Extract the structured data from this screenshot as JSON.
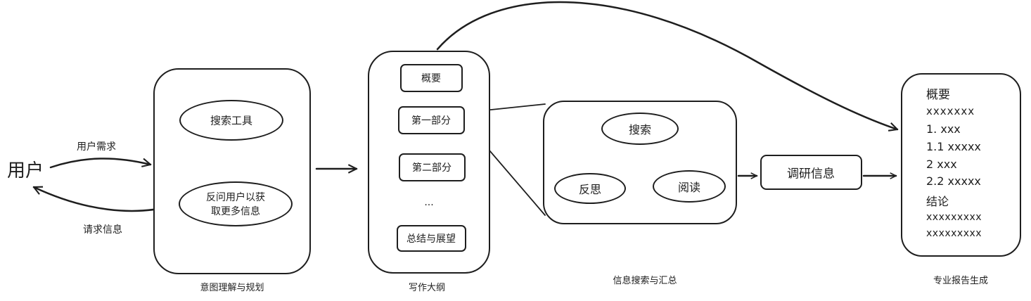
{
  "user": {
    "label": "用户"
  },
  "edges": {
    "request": "用户需求",
    "ask_info": "请求信息"
  },
  "intent": {
    "caption": "意图理解与规划",
    "search_tool": "搜索工具",
    "clarify_line1": "反问用户以获",
    "clarify_line2": "取更多信息"
  },
  "outline": {
    "caption": "写作大纲",
    "items": [
      "概要",
      "第一部分",
      "第二部分",
      "...",
      "总结与展望"
    ]
  },
  "research": {
    "caption": "信息搜索与汇总",
    "search": "搜索",
    "read": "阅读",
    "reflect": "反思"
  },
  "info_box": "调研信息",
  "report": {
    "caption": "专业报告生成",
    "lines": [
      "概要",
      "xxxxxxx",
      "1. xxx",
      "1.1 xxxxx",
      "2 xxx",
      "2.2 xxxxx",
      "结论",
      "xxxxxxxxx",
      "xxxxxxxxx"
    ]
  }
}
